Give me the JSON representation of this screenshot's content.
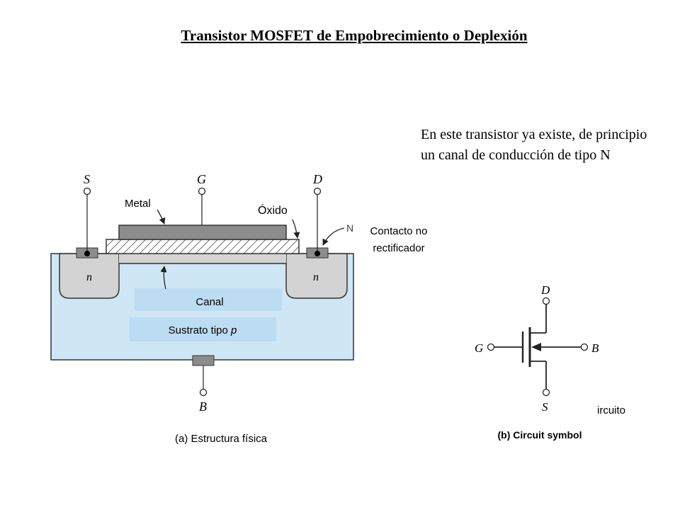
{
  "title": "Transistor MOSFET de Empobrecimiento o Deplexión",
  "description": "En este transistor ya existe, de principio un canal de conducción de tipo N",
  "colors": {
    "substrate": "#cfe6f5",
    "channel": "#bcdcf2",
    "n_region": "#d3d3d3",
    "metal": "#8c8c8c",
    "outline": "#333333"
  },
  "structure": {
    "terminals": {
      "s": "S",
      "g": "G",
      "d": "D",
      "b": "B"
    },
    "labels": {
      "metal": "Metal",
      "oxide": "Óxido",
      "contact_line1": "Contacto no",
      "contact_line2": "rectificador",
      "n_left": "n",
      "n_right": "n",
      "channel": "Canal",
      "substrate_prefix": "Sustrato tipo",
      "substrate_type": "p",
      "cut_glyph": "N"
    },
    "caption": "(a) Estructura física"
  },
  "symbol": {
    "terminals": {
      "d": "D",
      "g": "G",
      "b": "B",
      "s": "S"
    },
    "cut_text": "ircuito",
    "caption": "(b) Circuit symbol"
  }
}
